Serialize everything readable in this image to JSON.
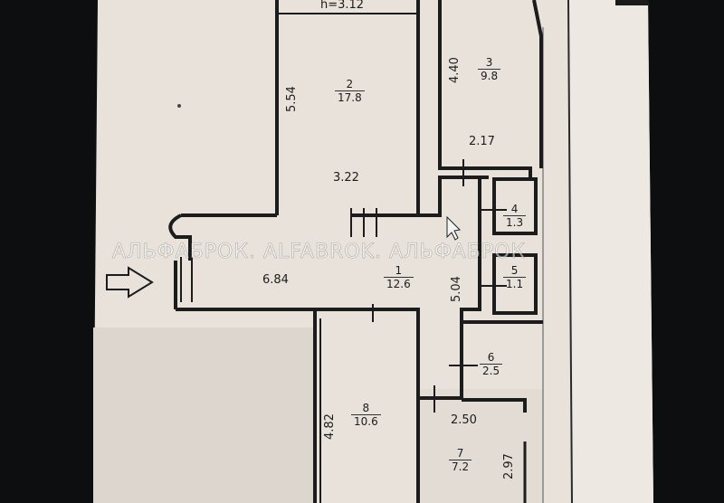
{
  "plan": {
    "ceiling_height": "h=3.12",
    "watermark": "АЛЬФАБРОК. ALFABROK. АЛЬФАБРОК",
    "rooms": [
      {
        "id": "1",
        "area": "12.6"
      },
      {
        "id": "2",
        "area": "17.8"
      },
      {
        "id": "3",
        "area": "9.8"
      },
      {
        "id": "4",
        "area": "1.3"
      },
      {
        "id": "5",
        "area": "1.1"
      },
      {
        "id": "6",
        "area": "2.5"
      },
      {
        "id": "7",
        "area": "7.2"
      },
      {
        "id": "8",
        "area": "10.6"
      }
    ],
    "dimensions": {
      "room2_height": "5.54",
      "room2_width": "3.22",
      "room3_height": "4.40",
      "room3_width": "2.17",
      "corridor_length": "6.84",
      "corridor_height": "5.04",
      "room8_height": "4.82",
      "room7_width": "2.50",
      "room7_height": "2.97"
    },
    "icons": {
      "entrance": "entrance-arrow-icon",
      "cursor": "mouse-cursor-icon"
    },
    "colors": {
      "paper": "#e9e3dc",
      "ink": "#1c1c1c",
      "background": "#0d0e0f"
    }
  }
}
